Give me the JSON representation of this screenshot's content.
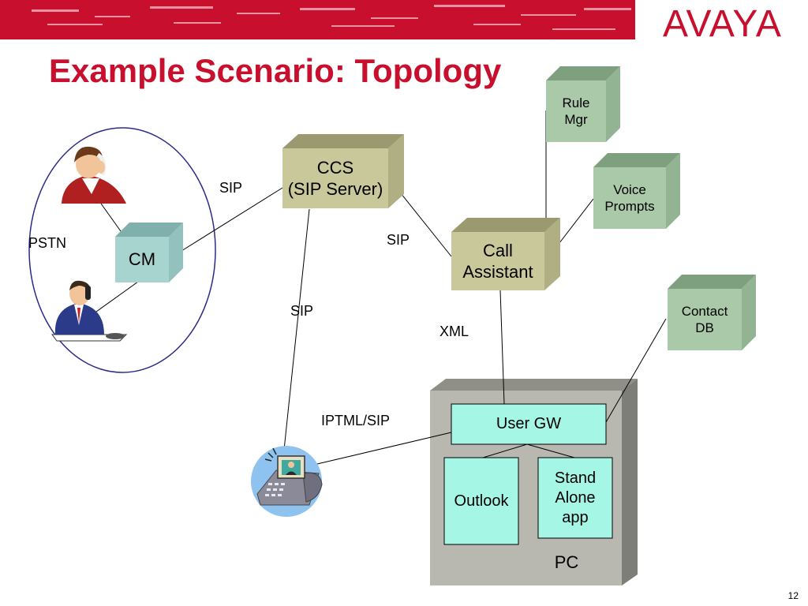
{
  "slide": {
    "title": "Example Scenario: Topology",
    "logo": "AVAYA",
    "page_number": "12"
  },
  "nodes": {
    "ccs": "CCS\n(SIP Server)",
    "call_assistant": "Call\nAssistant",
    "rule_mgr": "Rule\nMgr",
    "voice_prompts": "Voice\nPrompts",
    "contact_db": "Contact\nDB",
    "cm": "CM",
    "user_gw": "User GW",
    "outlook": "Outlook",
    "standalone_app": "Stand\nAlone\napp",
    "pc": "PC"
  },
  "labels": {
    "pstn": "PSTN",
    "sip_ccs_cm": "SIP",
    "sip_ccs_ca": "SIP",
    "sip_ccs_phone": "SIP",
    "xml": "XML",
    "iptml_sip": "IPTML/SIP"
  },
  "colors": {
    "brand_red": "#c8102e",
    "ccs_face": "#c9c89a",
    "green_face": "#a9c9a9",
    "cm_face": "#a8d4d0",
    "cyan_box": "#a6f6e6",
    "pc_gray": "#b8b8b0",
    "ellipse_stroke": "#2a2a8a"
  }
}
